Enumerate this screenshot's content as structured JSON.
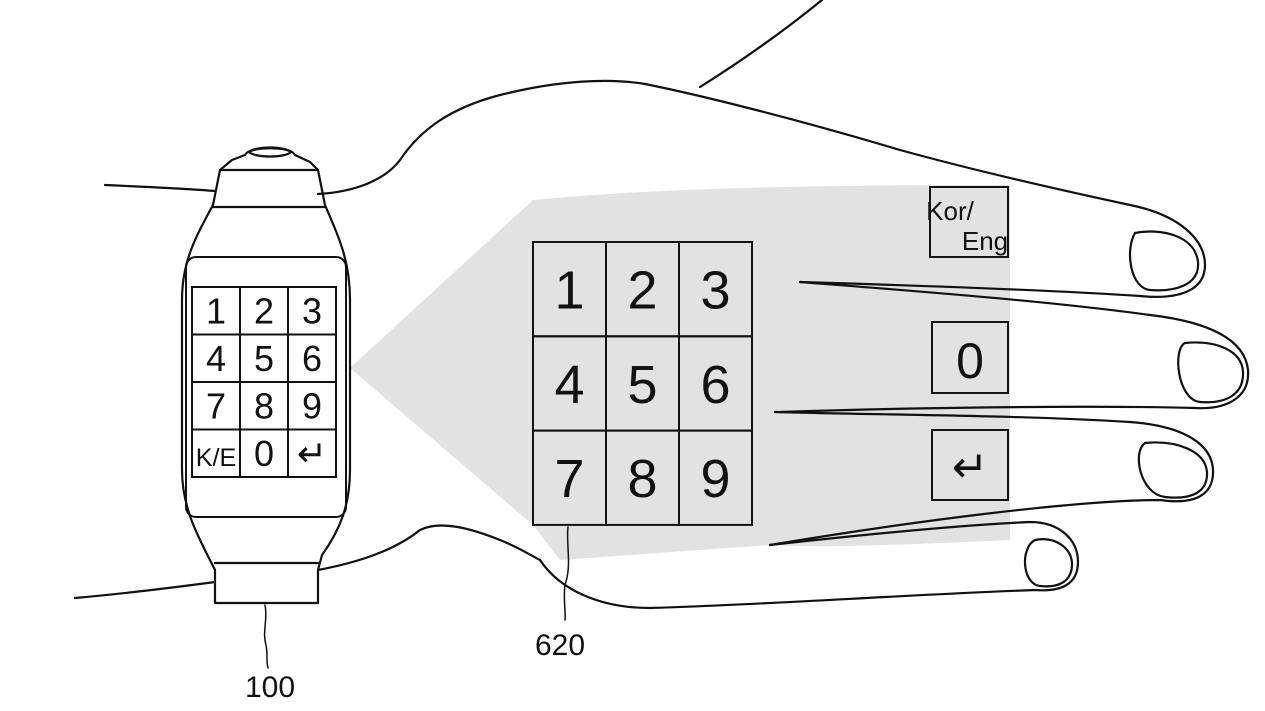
{
  "figure": {
    "watch": {
      "reference_label": "100",
      "keys": [
        "1",
        "2",
        "3",
        "4",
        "5",
        "6",
        "7",
        "8",
        "9",
        "K/E",
        "0",
        "↵"
      ]
    },
    "projection": {
      "reference_label": "620",
      "keys": [
        "1",
        "2",
        "3",
        "4",
        "5",
        "6",
        "7",
        "8",
        "9"
      ],
      "finger_keys": {
        "lang_top": "Kor/",
        "lang_bottom": "Eng",
        "zero": "0",
        "enter": "↵"
      }
    }
  },
  "colors": {
    "line": "#111111",
    "shading": "#e2e2e2"
  }
}
